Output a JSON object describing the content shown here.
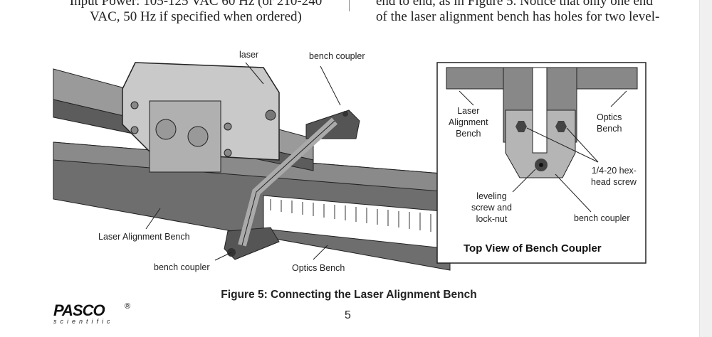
{
  "text_left": [
    "Input Power: 105-125 VAC 60 Hz (or 210-240",
    "VAC, 50 Hz if specified when ordered)"
  ],
  "text_right": [
    "end to end, as in Figure 5. Notice that only one end",
    "of the laser alignment bench has holes for two level-"
  ],
  "figure": {
    "labels": {
      "laser": "laser",
      "bench_coupler_top": "bench coupler",
      "laser_alignment_bench": "Laser Alignment Bench",
      "bench_coupler_bottom": "bench coupler",
      "optics_bench": "Optics Bench"
    },
    "inset": {
      "title": "Top View of Bench Coupler",
      "laser_alignment_bench": [
        "Laser",
        "Alignment",
        "Bench"
      ],
      "optics_bench": [
        "Optics",
        "Bench"
      ],
      "hex_screw": [
        "1/4-20 hex-",
        "head screw"
      ],
      "leveling_screw": [
        "leveling",
        "screw and",
        "lock-nut"
      ],
      "bench_coupler": "bench coupler"
    },
    "caption": "Figure 5: Connecting the Laser Alignment Bench"
  },
  "footer": {
    "logo": "PASCO",
    "logo_sub": "scientific",
    "page_number": "5"
  }
}
